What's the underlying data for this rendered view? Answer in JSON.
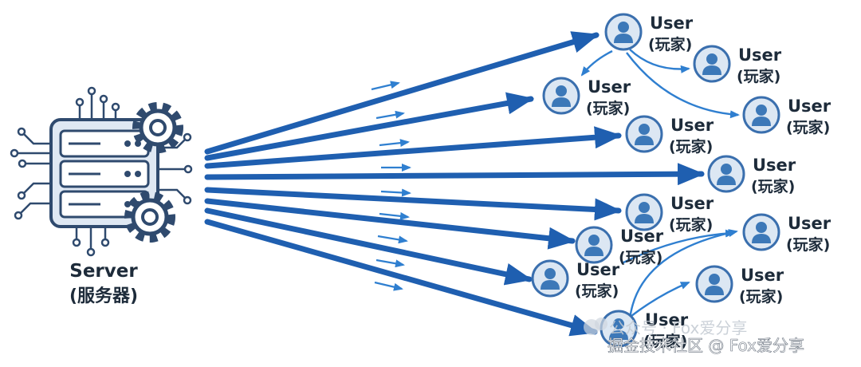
{
  "server": {
    "name": "Server",
    "subtitle": "(服务器)",
    "icon": "server-rack-icon"
  },
  "user_label": {
    "name": "User",
    "subtitle": "(玩家)",
    "icon": "user-avatar-icon"
  },
  "users": [
    {
      "id": "u1"
    },
    {
      "id": "u2"
    },
    {
      "id": "u3"
    },
    {
      "id": "u4"
    },
    {
      "id": "u5"
    },
    {
      "id": "u6"
    },
    {
      "id": "u7"
    },
    {
      "id": "u8"
    },
    {
      "id": "u9"
    },
    {
      "id": "u10"
    },
    {
      "id": "u11"
    },
    {
      "id": "u12"
    },
    {
      "id": "u13"
    }
  ],
  "watermarks": {
    "back": "公众号 · Fox爱分享",
    "front": "掘金技术社区 @ Fox爱分享"
  },
  "colors": {
    "arrow": "#1f5fb0",
    "thin_arrow": "#2f7fd0",
    "avatar_ring": "#3a6fae",
    "avatar_fill": "#dce7f3",
    "avatar_person": "#3c78b8",
    "server_fill": "#dfe8f3",
    "server_stroke": "#2f4a6e",
    "gear": "#2f4a6e",
    "text": "#1d2b3a"
  }
}
